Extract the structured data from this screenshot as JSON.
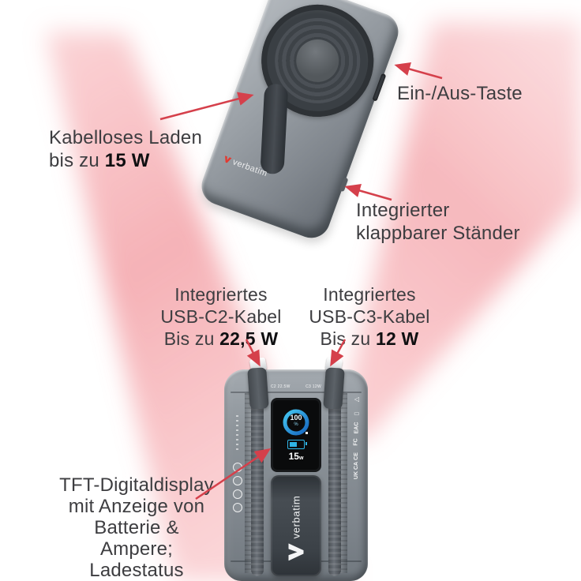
{
  "colors": {
    "background": "#ffffff",
    "arrow_red": "#d5404b",
    "beam_pink": "#f59ba1",
    "label_text": "#3d3d40",
    "label_bold": "#0f0f11",
    "device_gray": "#8c9399",
    "ring_dark": "#3a3f44",
    "screen_blue": "#2fb4e6"
  },
  "callouts": {
    "power_button": {
      "text": "Ein-/Aus-Taste"
    },
    "wireless": {
      "line1": "Kabelloses Laden",
      "line2_prefix": "bis zu ",
      "line2_bold": "15 W"
    },
    "stand": {
      "line1": "Integrierter",
      "line2": "klappbarer Ständer"
    },
    "usb_c2": {
      "line1": "Integriertes",
      "line2": "USB-C2-Kabel",
      "line3_prefix": "Bis zu ",
      "line3_bold": "22,5 W"
    },
    "usb_c3": {
      "line1": "Integriertes",
      "line2": "USB-C3-Kabel",
      "line3_prefix": "Bis zu ",
      "line3_bold": "12 W"
    },
    "display": {
      "line1": "TFT-Digitaldisplay",
      "line2": "mit Anzeige von",
      "line3": "Batterie &",
      "line4": "Ampere;",
      "line5": "Ladestatus"
    }
  },
  "top_device": {
    "brand": "verbatim"
  },
  "bottom_device": {
    "brand": "verbatim",
    "screen": {
      "percent": "100",
      "percent_unit": "%",
      "watts": "15",
      "watt_unit": "w"
    },
    "port_left_label": "C2 22.5W",
    "port_right_label": "C3 12W",
    "cert_marks": [
      "UK CA",
      "CE",
      "FC",
      "EAC"
    ]
  },
  "icons": {
    "recycle_icon": "△",
    "bin_icon": "▯"
  }
}
